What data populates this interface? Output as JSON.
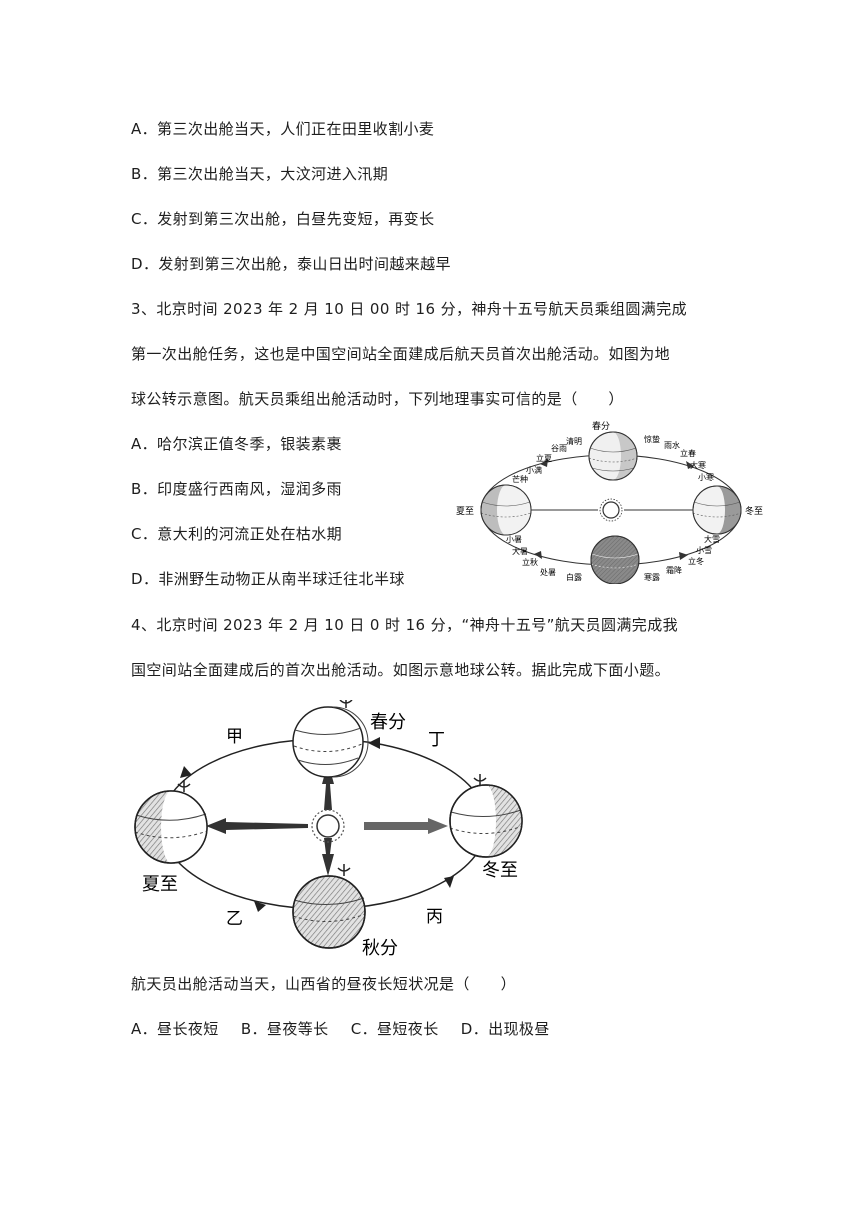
{
  "q2": {
    "options": [
      "A．第三次出舱当天，人们正在田里收割小麦",
      "B．第三次出舱当天，大汶河进入汛期",
      "C．发射到第三次出舱，白昼先变短，再变长",
      "D．发射到第三次出舱，泰山日出时间越来越早"
    ]
  },
  "q3": {
    "stem": [
      "3、北京时间 2023 年 2 月 10 日 00 时 16 分，神舟十五号航天员乘组圆满完成",
      "第一次出舱任务，这也是中国空间站全面建成后航天员首次出舱活动。如图为地",
      "球公转示意图。航天员乘组出舱活动时，下列地理事实可信的是（　　）"
    ],
    "options": [
      "A．哈尔滨正值冬季，银装素裹",
      "B．印度盛行西南风，湿润多雨",
      "C．意大利的河流正处在枯水期",
      "D．非洲野生动物正从南半球迁往北半球"
    ],
    "figure": {
      "labels": {
        "spring": "春分",
        "summer": "夏至",
        "autumn": "白露",
        "winter": "冬至",
        "qingming": "清明",
        "guyu": "谷雨",
        "lixia": "立夏",
        "xiaoman": "小满",
        "mangzhong": "芒种",
        "jingzhe": "惊蛰",
        "yushui": "雨水",
        "lichun": "立春",
        "xiaohan": "小寒",
        "dahan": "大寒",
        "xiaoshu": "小暑",
        "dashu": "大暑",
        "liqiu": "立秋",
        "chushu": "处暑",
        "daxue": "大雪",
        "xiaoxue": "小雪",
        "lidong": "立冬",
        "shuangjiang": "霜降",
        "hanlu": "寒露"
      }
    }
  },
  "q4": {
    "stem": [
      "4、北京时间 2023 年 2 月 10 日 0 时 16 分，“神舟十五号”航天员圆满完成我",
      "国空间站全面建成后的首次出舱活动。如图示意地球公转。据此完成下面小题。"
    ],
    "figure": {
      "spring": "春分",
      "summer": "夏至",
      "autumn": "秋分",
      "winter": "冬至",
      "jia": "甲",
      "yi": "乙",
      "bing": "丙",
      "ding": "丁"
    },
    "question": "航天员出舱活动当天，山西省的昼夜长短状况是（　　）",
    "choices": [
      "A．昼长夜短",
      "B．昼夜等长",
      "C．昼短夜长",
      "D．出现极昼"
    ]
  }
}
